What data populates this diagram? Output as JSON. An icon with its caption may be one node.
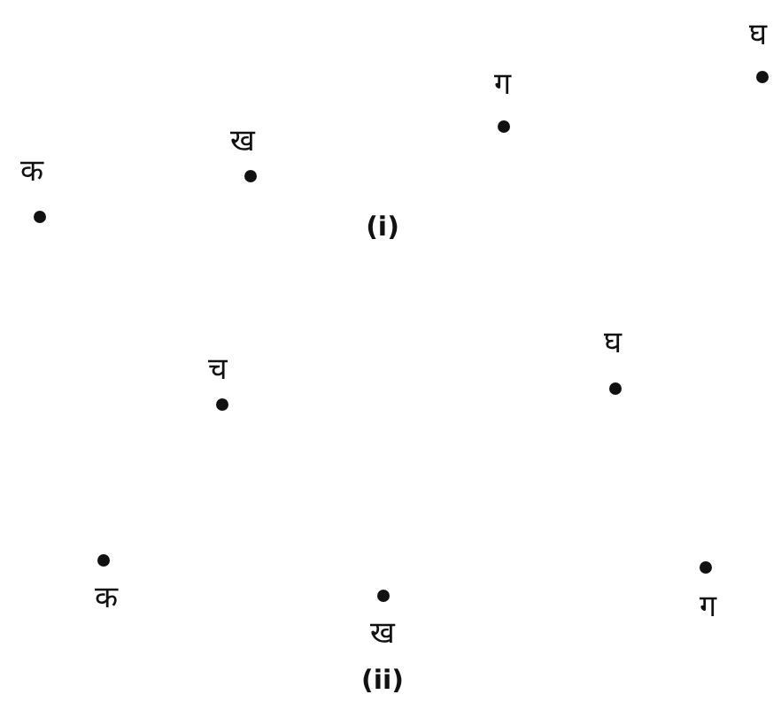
{
  "diagram": {
    "nodes": [
      {
        "text": [
          "क"
        ]
      },
      {
        "text": [
          "ख"
        ]
      },
      {
        "text": [
          "ग"
        ]
      },
      {
        "text": [
          "घ"
        ]
      },
      {
        "text": [
          "च"
        ]
      },
      {
        "text": [
          "घ"
        ]
      },
      {
        "text": [
          "क"
        ]
      },
      {
        "text": [
          "ख"
        ]
      },
      {
        "text": [
          "ग"
        ]
      }
    ],
    "labels": [
      "(i)",
      "(ii)"
    ]
  }
}
